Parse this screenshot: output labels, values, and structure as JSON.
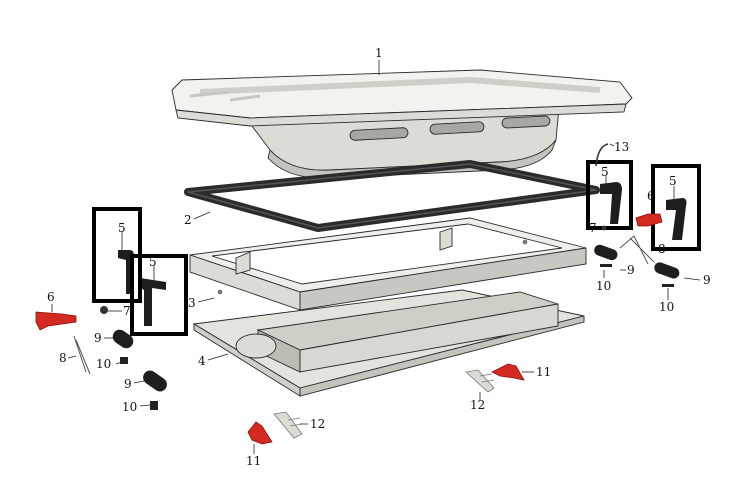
{
  "diagram": {
    "labels": {
      "l1": "1",
      "l2": "2",
      "l3": "3",
      "l4": "4",
      "l5a": "5",
      "l5b": "5",
      "l5c": "5",
      "l5d": "5",
      "l6a": "6",
      "l6b": "6",
      "l7a": "7",
      "l7b": "7",
      "l8a": "8",
      "l8b": "8",
      "l9a": "9",
      "l9b": "9",
      "l9c": "9",
      "l9d": "9",
      "l10a": "10",
      "l10b": "10",
      "l10c": "10",
      "l10d": "10",
      "l11a": "11",
      "l11b": "11",
      "l12a": "12",
      "l12b": "12",
      "l13": "13"
    },
    "colors": {
      "plastic_light": "#f2f2ee",
      "plastic_mid": "#dcdcd6",
      "plastic_dark": "#c4c4bd",
      "gasket": "#2b2b2b",
      "clip_red": "#d42a22",
      "rubber_black": "#1e1e1e",
      "highlight_box": "#000000"
    }
  }
}
